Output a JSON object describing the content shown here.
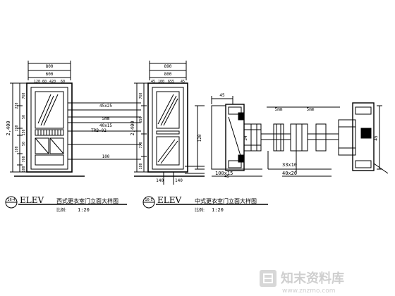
{
  "drawing": {
    "left_door": {
      "dims_top": [
        "800",
        "600"
      ],
      "dims_top_parts": [
        "120",
        "60",
        "420",
        "60"
      ],
      "dims_left_total": "2,400",
      "dims_left": [
        "760",
        "50",
        "150",
        "50",
        "760",
        "100"
      ],
      "dims_left_small": [
        "220",
        "190",
        "180"
      ],
      "label": "TRB-02"
    },
    "middle_door": {
      "dims_top": [
        "890",
        "800"
      ],
      "dims_top_parts": [
        "45",
        "100",
        "655",
        "45"
      ],
      "dims_left_total": "2,400",
      "dims_left": [
        "760",
        "550",
        "770",
        "180"
      ],
      "bottom_dims": [
        "140",
        "140"
      ]
    },
    "callouts": {
      "c1": "45x25",
      "c2": "5mm",
      "c3": "40x15",
      "c4": "100"
    },
    "section": {
      "top_dims": [
        "45",
        "5mm",
        "5mm"
      ],
      "side_dims": [
        "34",
        "120",
        "45",
        "45"
      ],
      "bottom_dims": [
        "100x15",
        "33x10",
        "40x20"
      ]
    }
  },
  "captions": [
    {
      "num": "16-4",
      "elev": "ELEV",
      "name": "西式更衣室门立面大样图",
      "scale_label": "比例:",
      "scale": "1:20"
    },
    {
      "num": "16-5",
      "elev": "ELEV",
      "name": "中式更衣室门立面大样图",
      "scale_label": "比例:",
      "scale": "1:20"
    }
  ],
  "watermark": {
    "cn": "知末资料库",
    "url": "www.znzmo.com"
  }
}
